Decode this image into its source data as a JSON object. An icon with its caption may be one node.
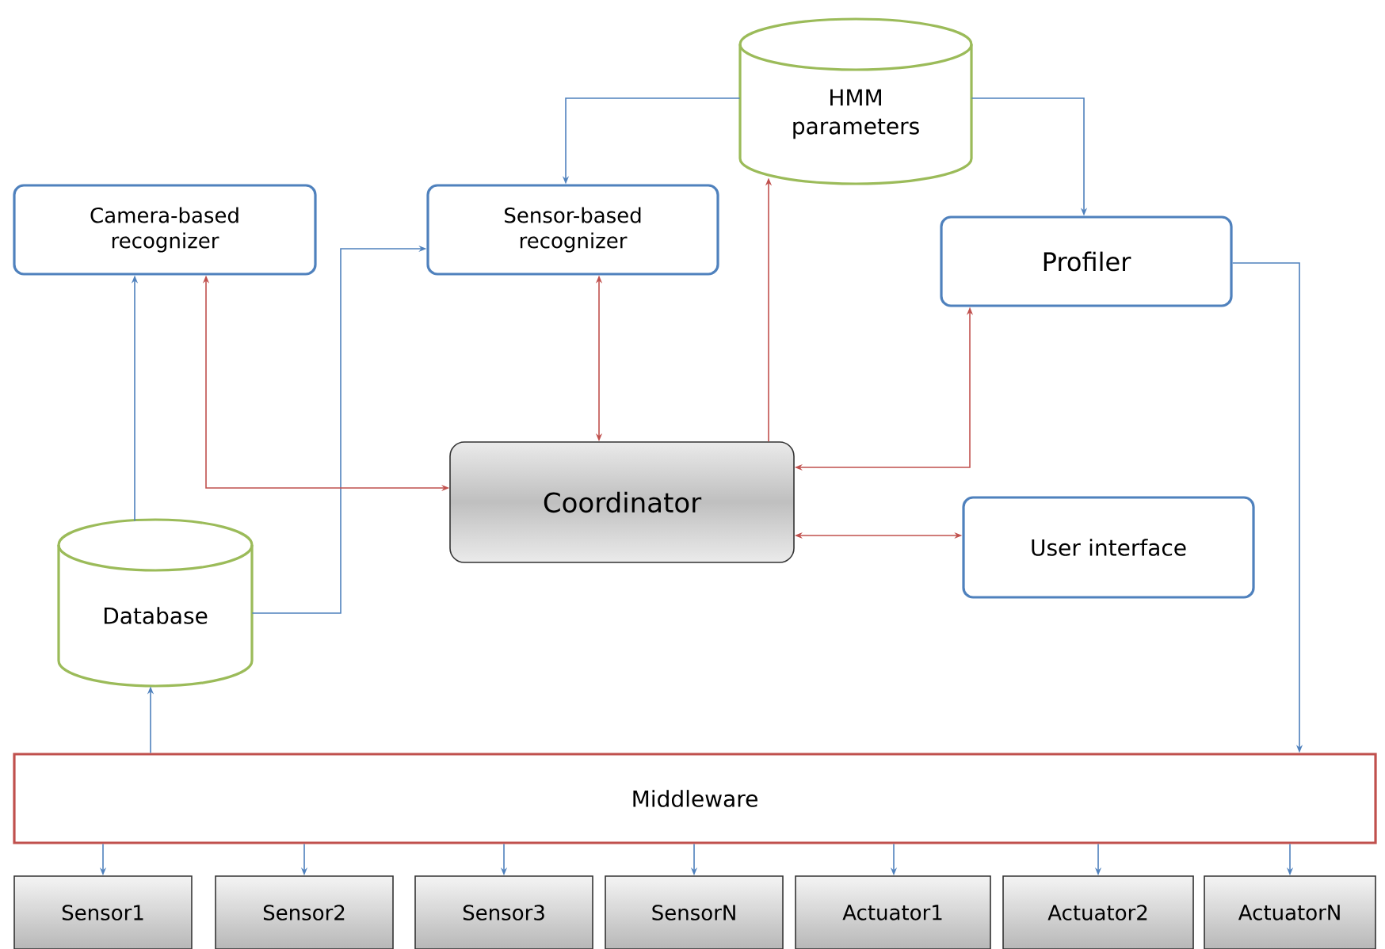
{
  "diagram": {
    "nodes": [
      {
        "text": [
          "HMM parameters"
        ]
      },
      {
        "text": [
          "Camera-based recognizer"
        ]
      },
      {
        "text": [
          "Sensor-based recognizer"
        ]
      },
      {
        "text": [
          "Profiler"
        ]
      },
      {
        "text": [
          "Coordinator"
        ]
      },
      {
        "text": [
          "User interface"
        ]
      },
      {
        "text": [
          "Database"
        ]
      },
      {
        "text": [
          "Middleware"
        ]
      },
      {
        "text": [
          "Sensor1"
        ]
      },
      {
        "text": [
          "Sensor2"
        ]
      },
      {
        "text": [
          "Sensor3"
        ]
      },
      {
        "text": [
          "SensorN"
        ]
      },
      {
        "text": [
          "Actuator1"
        ]
      },
      {
        "text": [
          "Actuator2"
        ]
      },
      {
        "text": [
          "ActuatorN"
        ]
      }
    ],
    "edges": [
      {
        "from": 0,
        "to": 2,
        "arrow": "to"
      },
      {
        "from": 0,
        "to": 3,
        "arrow": "to"
      },
      {
        "from": 4,
        "to": 0,
        "arrow": "to",
        "color": "#c0504d"
      },
      {
        "from": 6,
        "to": 1,
        "arrow": "to"
      },
      {
        "from": 6,
        "to": 2,
        "arrow": "to"
      },
      {
        "from": 1,
        "to": 4,
        "arrow": "both",
        "color": "#c0504d"
      },
      {
        "from": 2,
        "to": 4,
        "arrow": "both",
        "color": "#c0504d"
      },
      {
        "from": 4,
        "to": 3,
        "arrow": "both",
        "color": "#c0504d"
      },
      {
        "from": 4,
        "to": 5,
        "arrow": "both",
        "color": "#c0504d"
      },
      {
        "from": 3,
        "to": 7,
        "arrow": "to"
      },
      {
        "from": 7,
        "to": 6,
        "arrow": "to"
      },
      {
        "from": 7,
        "to": 8,
        "arrow": "to"
      },
      {
        "from": 7,
        "to": 9,
        "arrow": "to"
      },
      {
        "from": 7,
        "to": 10,
        "arrow": "to"
      },
      {
        "from": 7,
        "to": 11,
        "arrow": "to"
      },
      {
        "from": 7,
        "to": 12,
        "arrow": "to"
      },
      {
        "from": 7,
        "to": 13,
        "arrow": "to"
      },
      {
        "from": 7,
        "to": 14,
        "arrow": "to"
      }
    ]
  }
}
